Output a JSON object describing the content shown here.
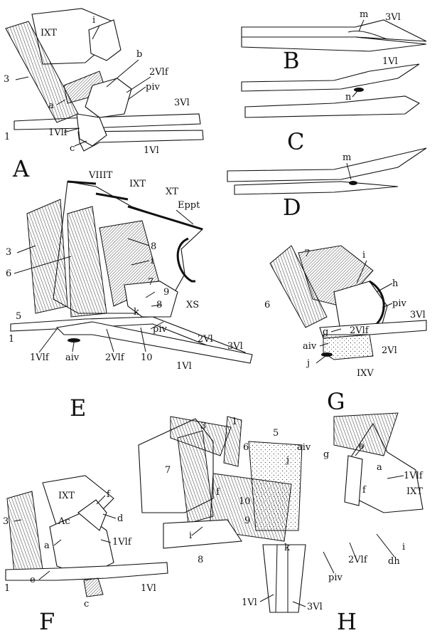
{
  "panels": [
    {
      "id": "A",
      "letter": "A",
      "labels": [
        "IXT",
        "i",
        "b",
        "2Vlf",
        "piv",
        "3Vl",
        "3",
        "a",
        "1",
        "1Vlf",
        "c",
        "1Vl"
      ]
    },
    {
      "id": "B",
      "letter": "B",
      "labels": [
        "m",
        "3Vl",
        "1Vl"
      ]
    },
    {
      "id": "C",
      "letter": "C",
      "labels": [
        "n"
      ]
    },
    {
      "id": "D",
      "letter": "D",
      "labels": [
        "m"
      ]
    },
    {
      "id": "E",
      "letter": "E",
      "labels": [
        "VIIIT",
        "IXT",
        "XT",
        "Eppt",
        "3",
        "8",
        "i",
        "6",
        "7",
        "9",
        "8",
        "XS",
        "5",
        "k",
        "piv",
        "2Vl",
        "3Vl",
        "1",
        "1Vlf",
        "aiv",
        "2Vlf",
        "10",
        "1Vl"
      ]
    },
    {
      "id": "F",
      "letter": "F",
      "labels": [
        "IXT",
        "Ac",
        "f",
        "d",
        "3",
        "a",
        "1Vlf",
        "1",
        "e",
        "c",
        "1Vl"
      ]
    },
    {
      "id": "G",
      "letter": "G",
      "labels": [
        "7",
        "i",
        "h",
        "piv",
        "6",
        "3Vl",
        "g",
        "2Vlf",
        "aiv",
        "2Vl",
        "j",
        "IXV"
      ]
    },
    {
      "id": "H",
      "letter": "H",
      "labels": [
        "3",
        "1",
        "5",
        "6",
        "j",
        "aiv",
        "g",
        "e",
        "a",
        "1Vlf",
        "IXT",
        "7",
        "f",
        "10",
        "f",
        "9",
        "i",
        "8",
        "k",
        "piv",
        "2Vlf",
        "dh",
        "i",
        "1Vl",
        "3Vl"
      ]
    }
  ]
}
